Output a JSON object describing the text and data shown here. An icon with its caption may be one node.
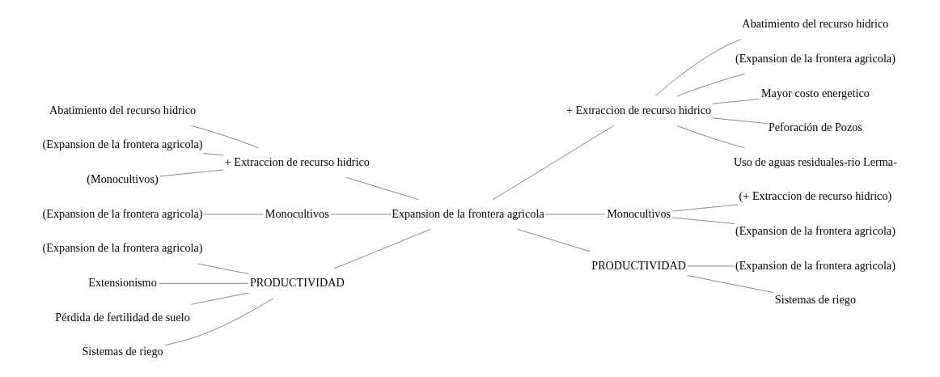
{
  "diagram": {
    "nodes": [
      {
        "text": [
          "Expansion de la frontera agricola"
        ]
      },
      {
        "text": [
          "+ Extraccion de recurso hidrico"
        ]
      },
      {
        "text": [
          "Abatimiento del recurso hidrico"
        ]
      },
      {
        "text": [
          "(Expansion de la frontera agricola)"
        ]
      },
      {
        "text": [
          "(Monocultivos)"
        ]
      },
      {
        "text": [
          "Monocultivos"
        ]
      },
      {
        "text": [
          "(Expansion de la frontera agricola)"
        ]
      },
      {
        "text": [
          "PRODUCTIVIDAD"
        ]
      },
      {
        "text": [
          "(Expansion de la frontera agricola)"
        ]
      },
      {
        "text": [
          "Extensionismo"
        ]
      },
      {
        "text": [
          "Pérdida de fertilidad de suelo"
        ]
      },
      {
        "text": [
          "Sistemas de riego"
        ]
      },
      {
        "text": [
          "+ Extraccion de recurso hidrico"
        ]
      },
      {
        "text": [
          "Abatimiento del recurso hidrico"
        ]
      },
      {
        "text": [
          "(Expansion de la frontera agricola)"
        ]
      },
      {
        "text": [
          "Mayor costo energetico"
        ]
      },
      {
        "text": [
          "Peforación de Pozos"
        ]
      },
      {
        "text": [
          "Uso de aguas residuales-rio Lerma-"
        ]
      },
      {
        "text": [
          "Monocultivos"
        ]
      },
      {
        "text": [
          "(+ Extraccion de recurso hidrico)"
        ]
      },
      {
        "text": [
          "(Expansion de la frontera agricola)"
        ]
      },
      {
        "text": [
          "PRODUCTIVIDAD"
        ]
      },
      {
        "text": [
          "(Expansion de la frontera agricola)"
        ]
      },
      {
        "text": [
          "Sistemas de riego"
        ]
      }
    ],
    "edges": [
      {
        "from": 2,
        "to": 1,
        "arrow": "none"
      },
      {
        "from": 3,
        "to": 1,
        "arrow": "none"
      },
      {
        "from": 4,
        "to": 1,
        "arrow": "none"
      },
      {
        "from": 1,
        "to": 0,
        "arrow": "none"
      },
      {
        "from": 6,
        "to": 5,
        "arrow": "none"
      },
      {
        "from": 5,
        "to": 0,
        "arrow": "none"
      },
      {
        "from": 8,
        "to": 7,
        "arrow": "none"
      },
      {
        "from": 9,
        "to": 7,
        "arrow": "none"
      },
      {
        "from": 10,
        "to": 7,
        "arrow": "none"
      },
      {
        "from": 11,
        "to": 7,
        "arrow": "none"
      },
      {
        "from": 7,
        "to": 0,
        "arrow": "none"
      },
      {
        "from": 0,
        "to": 12,
        "arrow": "none"
      },
      {
        "from": 12,
        "to": 13,
        "arrow": "none"
      },
      {
        "from": 12,
        "to": 14,
        "arrow": "none"
      },
      {
        "from": 12,
        "to": 15,
        "arrow": "none"
      },
      {
        "from": 12,
        "to": 16,
        "arrow": "none"
      },
      {
        "from": 12,
        "to": 17,
        "arrow": "none"
      },
      {
        "from": 0,
        "to": 18,
        "arrow": "none"
      },
      {
        "from": 18,
        "to": 19,
        "arrow": "none"
      },
      {
        "from": 18,
        "to": 20,
        "arrow": "none"
      },
      {
        "from": 0,
        "to": 21,
        "arrow": "none"
      },
      {
        "from": 21,
        "to": 22,
        "arrow": "none"
      },
      {
        "from": 21,
        "to": 23,
        "arrow": "none"
      }
    ]
  }
}
